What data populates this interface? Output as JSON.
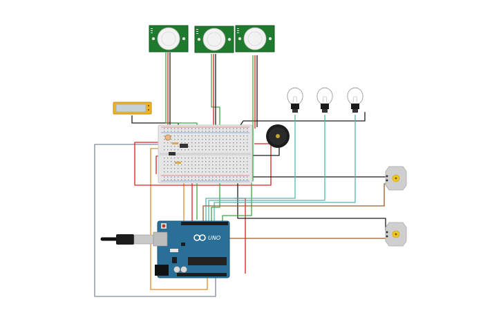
{
  "arduino": {
    "logo_text": "UNO",
    "colors": {
      "board": "#2a6f97",
      "board_dark": "#1f5677",
      "chip": "#222222",
      "usb": "#bdbdbd",
      "power_jack": "#111111"
    }
  },
  "components": {
    "pir_sensors": 3,
    "light_bulbs": 3,
    "dc_motors": 2,
    "buzzer": 1,
    "lcd_display": 1,
    "breadboard": 1
  },
  "colors": {
    "pir_board": "#1f7a2e",
    "pir_dome": "#f2f2f2",
    "breadboard": "#e6e6e6",
    "breadboard_hole": "#8f8f8f",
    "rail_red": "#d62c2c",
    "rail_blue": "#2c6ad6",
    "buzzer": "#1c1c1c",
    "motor": "#cfcfcf",
    "motor_shaft": "#f3c623",
    "lcd_frame": "#f0b323",
    "lcd_screen": "#c7d2d6",
    "wire_red": "#d62020",
    "wire_black": "#1a1a1a",
    "wire_green": "#3aa640",
    "wire_teal": "#52b7ad",
    "wire_orange": "#ea8a1e",
    "wire_brown": "#9b5a2a",
    "wire_gray": "#7d8a99"
  }
}
